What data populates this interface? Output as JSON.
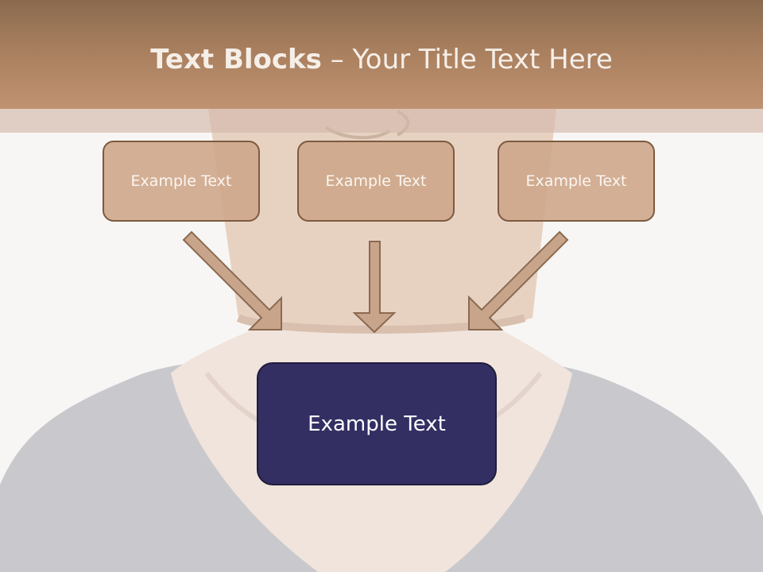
{
  "slide": {
    "title_bold": "Text Blocks",
    "title_dash": "–",
    "title_rest": "Your Title Text Here"
  },
  "diagram": {
    "top_boxes": [
      {
        "label": "Example Text"
      },
      {
        "label": "Example Text"
      },
      {
        "label": "Example Text"
      }
    ],
    "center_box": {
      "label": "Example Text"
    }
  },
  "colors": {
    "header": "#a87f5e",
    "box_fill": "#cda587",
    "box_border": "#7d5a3e",
    "center_fill": "#332f63",
    "arrow_fill": "#c8a58a"
  }
}
